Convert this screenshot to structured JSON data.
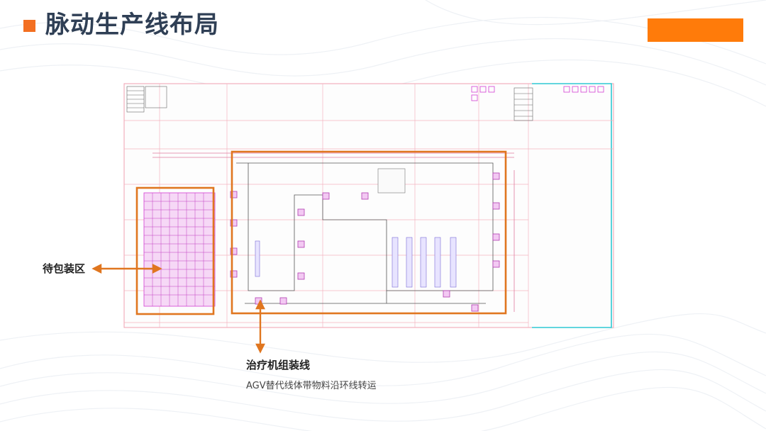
{
  "slide": {
    "title": "脉动生产线布局"
  },
  "colors": {
    "accent": "#f36f21",
    "corner_bar": "#ff7b0a",
    "title_text": "#2f3f55",
    "highlight_frame": "#e0761f",
    "plan_lines": "#f0a0b0",
    "plan_magenta": "#d23fd2",
    "plan_cyan": "#2fc9d3"
  },
  "callouts": {
    "packaging": {
      "label": "待包装区"
    },
    "assembly": {
      "label": "治疗机组装线",
      "sublabel": "AGV替代线体带物料沿环线转运"
    }
  }
}
